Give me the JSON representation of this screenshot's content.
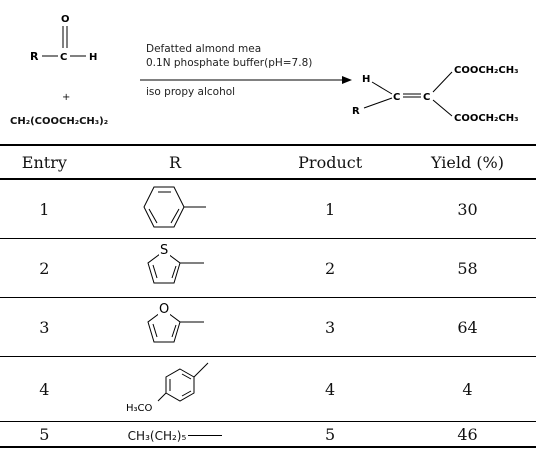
{
  "scheme": {
    "aldehyde_R": "R",
    "aldehyde_O": "O",
    "aldehyde_C": "C",
    "aldehyde_H": "H",
    "plus": "+",
    "malonate": "CH₂(COOCH₂CH₃)₂",
    "conditions": [
      "Defatted almond mea",
      "0.1N phosphate buffer(pH=7.8)",
      "iso propy alcohol"
    ],
    "product_H": "H",
    "product_R": "R",
    "product_C1": "C",
    "product_C2": "C",
    "ester_top": "COOCH₂CH₃",
    "ester_bottom": "COOCH₂CH₃"
  },
  "table": {
    "headers": [
      "Entry",
      "R",
      "Product",
      "Yield (%)"
    ],
    "rows": [
      {
        "entry": "1",
        "r_struct": "phenyl",
        "product": "1",
        "yield": "30"
      },
      {
        "entry": "2",
        "r_struct": "2-thienyl",
        "r_atom": "S",
        "product": "2",
        "yield": "58"
      },
      {
        "entry": "3",
        "r_struct": "2-furyl",
        "r_atom": "O",
        "product": "3",
        "yield": "64"
      },
      {
        "entry": "4",
        "r_struct": "4-methoxyphenyl",
        "r_sub": "H₃CO",
        "product": "4",
        "yield": "4"
      },
      {
        "entry": "5",
        "r_text": "CH₃(CH₂)₅",
        "product": "5",
        "yield": "46"
      }
    ]
  }
}
